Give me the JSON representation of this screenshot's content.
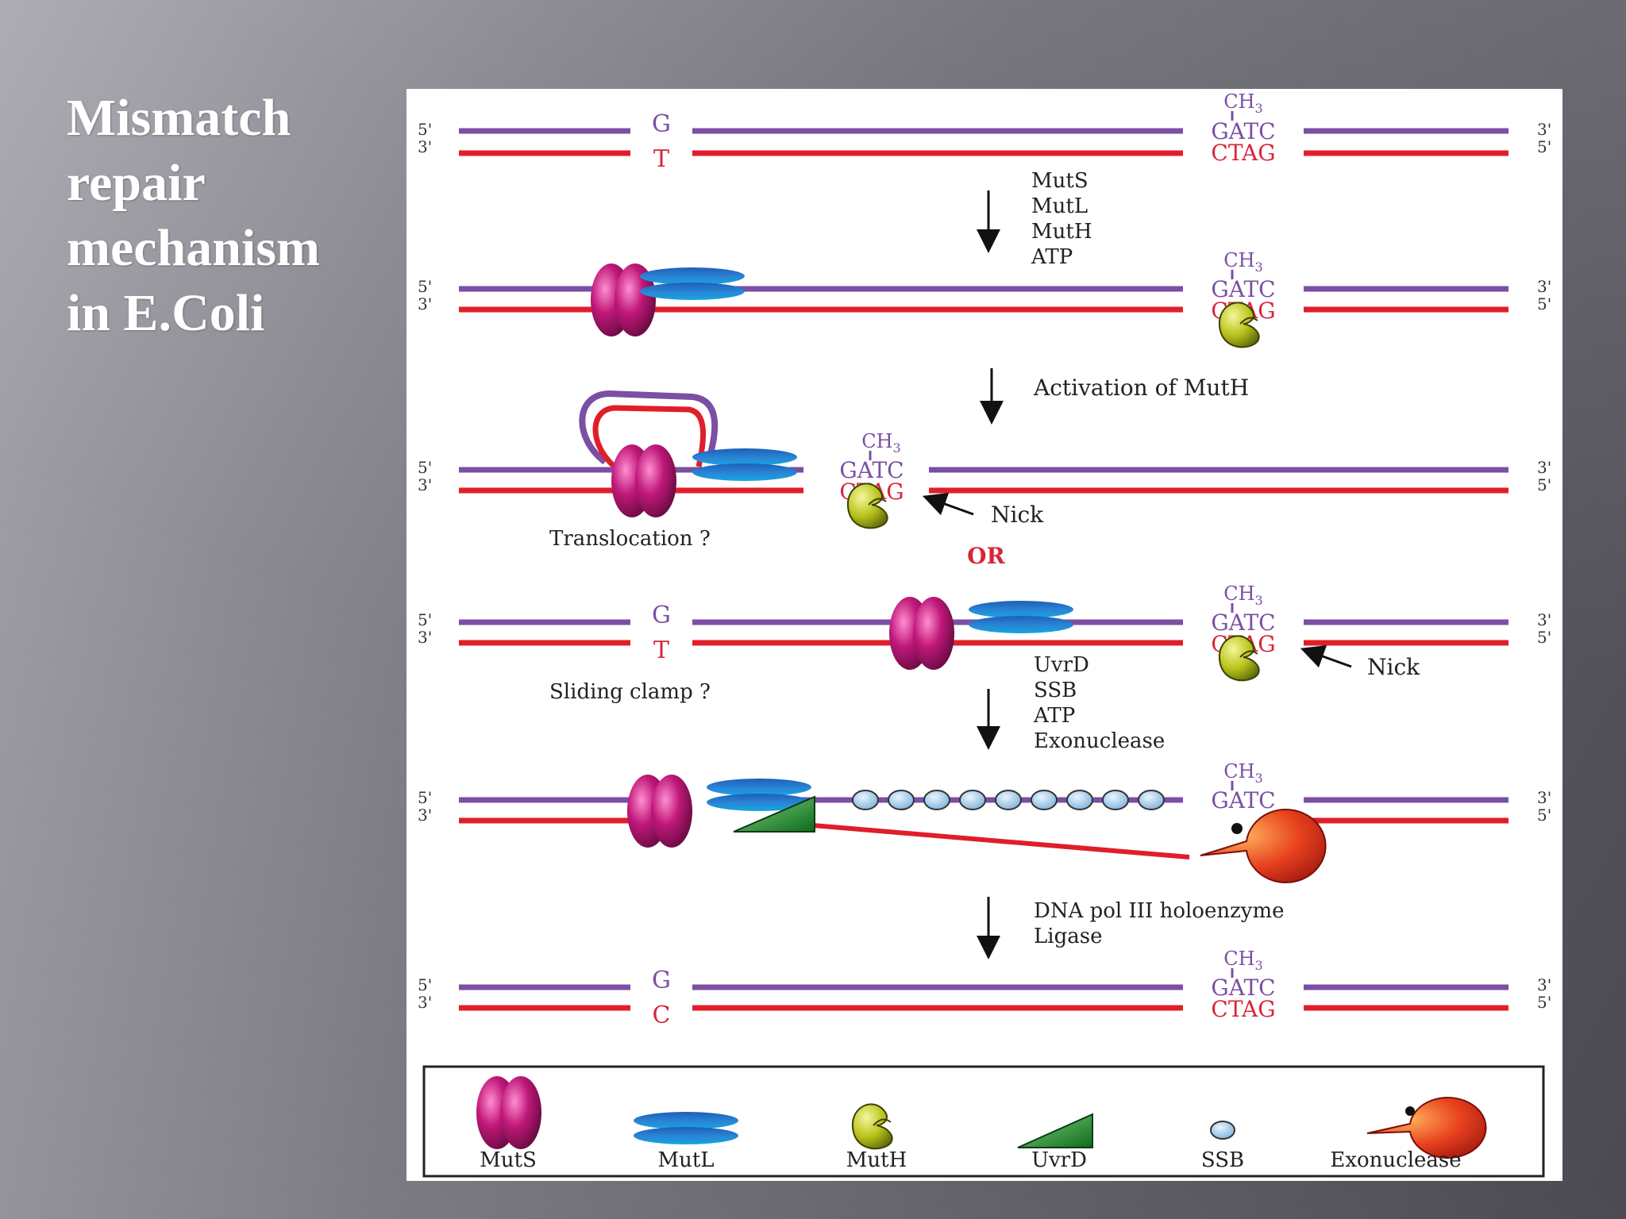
{
  "title": {
    "lines": [
      "Mismatch",
      "repair",
      "mechanism",
      "in E.Coli"
    ]
  },
  "strand": {
    "five": "5'",
    "three": "3'"
  },
  "methyl": "CH",
  "methyl_sub": "3",
  "gatc": "GATC",
  "ctag": "CTAG",
  "row1": {
    "top_base": "G",
    "bottom_base": "T"
  },
  "step1": {
    "items": [
      "MutS",
      "MutL",
      "MutH",
      "ATP"
    ]
  },
  "step2": {
    "label": "Activation of MutH"
  },
  "row3": {
    "nick": "Nick",
    "caption": "Translocation ?"
  },
  "or_label": "OR",
  "row4": {
    "top_base": "G",
    "bottom_base": "T",
    "nick": "Nick",
    "caption": "Sliding clamp ?"
  },
  "step3": {
    "items": [
      "UvrD",
      "SSB",
      "ATP",
      "Exonuclease"
    ]
  },
  "step4": {
    "items": [
      "DNA pol III holoenzyme",
      "Ligase"
    ]
  },
  "row6": {
    "top_base": "G",
    "bottom_base": "C"
  },
  "legend": {
    "items": [
      "MutS",
      "MutL",
      "MutH",
      "UvrD",
      "SSB",
      "Exonuclease"
    ]
  },
  "colors": {
    "top_strand": "#7b4fa3",
    "bottom_strand": "#e01e2a",
    "muts": "#c0187a",
    "mutl": "#1c6fc0",
    "muth": "#b9c21a",
    "uvrd": "#2e9a36",
    "ssb": "#9ec7e8",
    "exonuclease": "#e8421e",
    "base_red": "#d7263a",
    "label_purple": "#7b4fa3"
  }
}
